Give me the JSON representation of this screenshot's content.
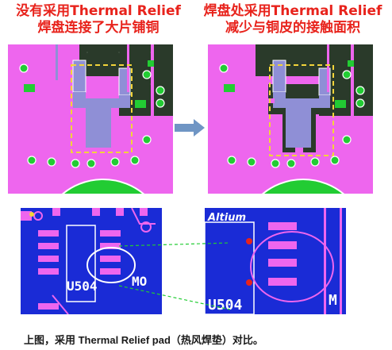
{
  "titles": {
    "left_line1": "没有采用Thermal Relief",
    "left_line2": "焊盘连接了大片铺铜",
    "right_line1": "焊盘处采用Thermal Relief",
    "right_line2": "减少与铜皮的接触面积"
  },
  "labels": {
    "brand": "Altium",
    "part_left": "U504",
    "part_right": "U504",
    "mo_left": "MO",
    "mo_right": "M"
  },
  "caption": "上图，采用 Thermal Relief pad（热风焊垫）对比。",
  "colors": {
    "title_red": "#e8231c",
    "pcb_dark": "#2a3a2a",
    "copper_pink": "#ee66ee",
    "pad_purple": "#8f8fd6",
    "via_green": "#22cc33",
    "highlight_yellow": "#f2d43a",
    "board_blue": "#1a2bd6",
    "arrow_blue": "#6f95c4"
  }
}
